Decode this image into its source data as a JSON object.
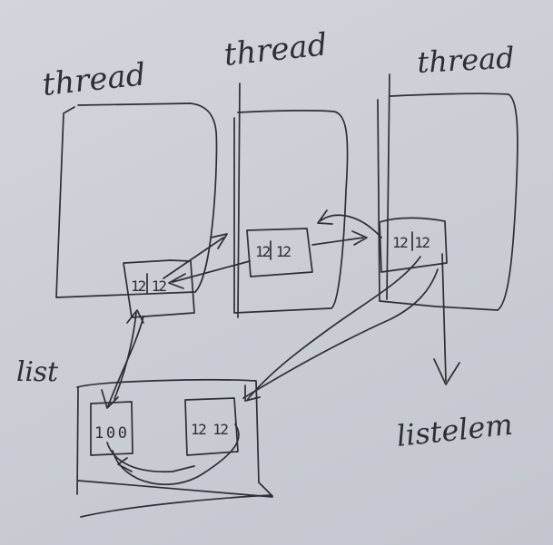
{
  "threads": [
    {
      "label": "thread"
    },
    {
      "label": "thread"
    },
    {
      "label": "thread"
    }
  ],
  "list": {
    "label": "list"
  },
  "nodes": {
    "thread1": "12 12",
    "thread2": "12 12",
    "thread3": "12 12",
    "list_head": "1 0 0",
    "list_tail": "12 12"
  },
  "listelem": {
    "label": "listelem"
  },
  "colors": {
    "ink": "#2e2f36",
    "paper": "#cbced5"
  }
}
